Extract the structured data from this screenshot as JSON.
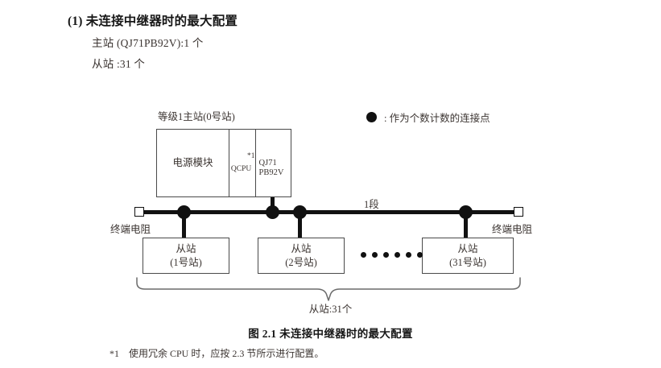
{
  "heading": {
    "number": "(1)",
    "title": "未连接中继器时的最大配置",
    "master_line": "主站 (QJ71PB92V):1 个",
    "slave_line": "从站 :31 个"
  },
  "diagram": {
    "master_label": "等级1主站(0号站)",
    "rack": {
      "power_module": "电源模块",
      "cpu": "QCPU",
      "cpu_footnote_mark": "*1",
      "network_line1": "QJ71",
      "network_line2": "PB92V"
    },
    "legend": {
      "symbol": "filled-circle",
      "text": ": 作为个数计数的连接点"
    },
    "segment_label": "1段",
    "terminator_left": "终端电阻",
    "terminator_right": "终端电阻",
    "slaves": [
      {
        "title": "从站",
        "station": "(1号站)"
      },
      {
        "title": "从站",
        "station": "(2号站)"
      },
      {
        "title": "从站",
        "station": "(31号站)"
      }
    ],
    "ellipsis_dot_count": 6,
    "brace_label": "从站:31个"
  },
  "caption": "图 2.1  未连接中继器时的最大配置",
  "footnote": {
    "mark": "*1",
    "text": "使用冗余 CPU 时，应按 2.3 节所示进行配置。"
  },
  "colors": {
    "ink": "#231f20",
    "line": "#4a4a4a",
    "node": "#111111",
    "text": "#3b3431"
  }
}
